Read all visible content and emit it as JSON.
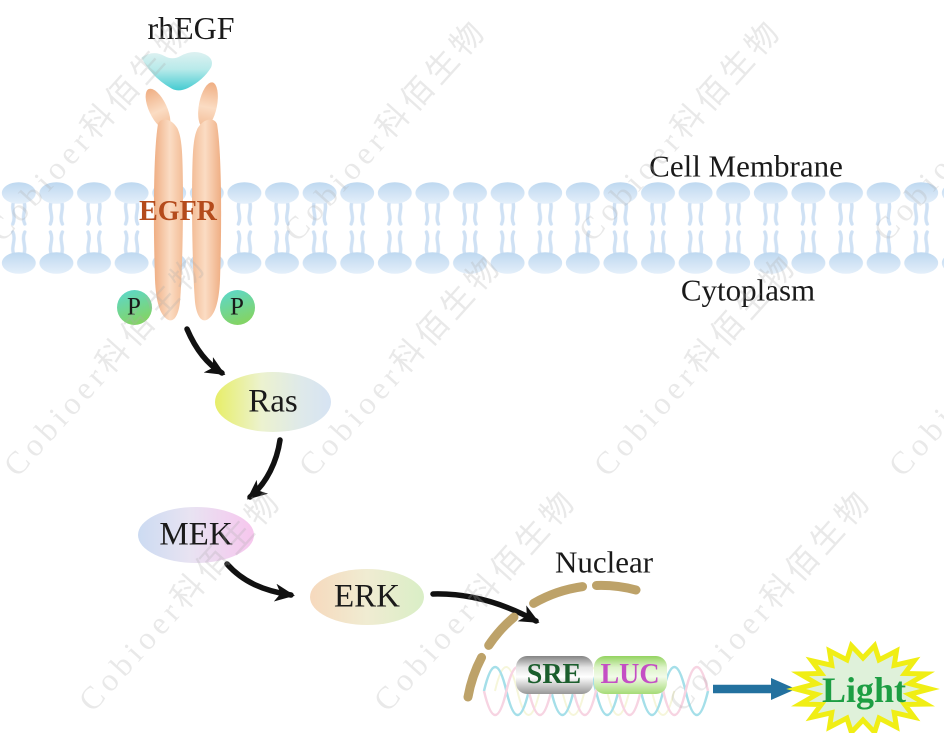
{
  "labels": {
    "ligand": "rhEGF",
    "receptor": "EGFR",
    "membrane": "Cell Membrane",
    "cytoplasm": "Cytoplasm",
    "nucleus": "Nuclear",
    "phosphate_left": "P",
    "phosphate_right": "P"
  },
  "pathway_nodes": [
    {
      "label": "Ras"
    },
    {
      "label": "MEK"
    },
    {
      "label": "ERK"
    }
  ],
  "pathway_edges": [
    {
      "from": "EGFR",
      "to": "Ras"
    },
    {
      "from": "Ras",
      "to": "MEK"
    },
    {
      "from": "MEK",
      "to": "ERK"
    },
    {
      "from": "ERK",
      "to": "Nuclear"
    },
    {
      "from": "SRE-LUC",
      "to": "Light"
    }
  ],
  "reporter": {
    "promoter": "SRE",
    "gene": "LUC",
    "output": "Light"
  },
  "watermark": {
    "text": "Cobioer科佰生物"
  },
  "colors": {
    "egfr_label": "#b44b1c",
    "receptor_body": "#f8cfb0",
    "ligand_fill": "#3ec9cf",
    "membrane_lipid": "#c7dcf2",
    "phosphate_fill": "#5fd4b4",
    "arrow_black": "#111111",
    "nuclear_envelope": "#bda269",
    "dna_strand_cyan": "#a5dfe9",
    "dna_strand_pink": "#f7d4e2",
    "sre_text": "#1b5e2d",
    "luc_text": "#c44fc4",
    "teal_arrow": "#23719f",
    "star_border": "#f0ee15",
    "star_fill": "#dff1da",
    "light_text": "#1d9e43"
  }
}
